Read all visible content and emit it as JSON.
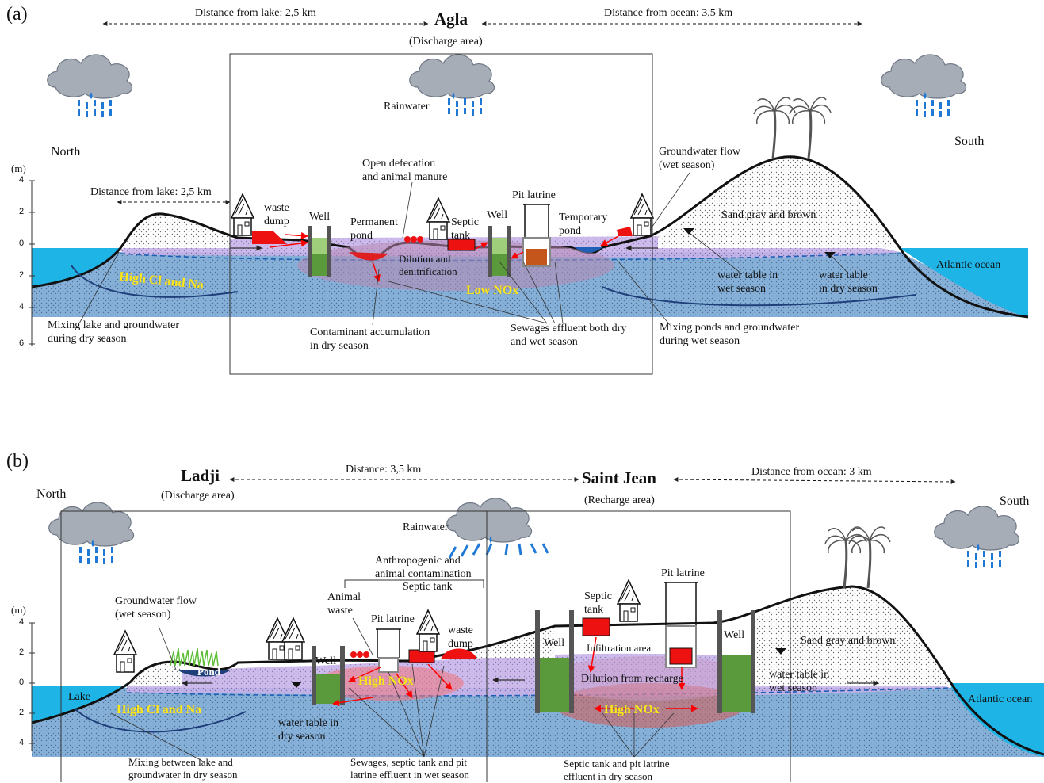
{
  "panel_a": {
    "tag": "(a)",
    "town": "Agla",
    "town_role": "(Discharge area)",
    "dist_left": "Distance from lake: 2,5 km",
    "dist_right": "Distance from ocean: 3,5 km",
    "north": "North",
    "south": "South",
    "unit": "(m)",
    "ticks": [
      "4",
      "2",
      "0",
      "2",
      "4",
      "6"
    ],
    "dist_lake_inner": "Distance from lake: 2,5 km",
    "rainwater": "Rainwater",
    "waste_dump": [
      "waste",
      "dump"
    ],
    "well_1": "Well",
    "permanent_pond": [
      "Permanent",
      "pond"
    ],
    "open_defecation": [
      "Open defecation",
      "and animal manure"
    ],
    "septic_tank": [
      "Septic",
      "tank"
    ],
    "well_2": "Well",
    "pit_latrine": "Pit latrine",
    "temporary_pond": [
      "Temporary",
      "pond"
    ],
    "gw_flow": [
      "Groundwater flow",
      "(wet season)"
    ],
    "sand": "Sand gray and brown",
    "ocean": "Atlantic ocean",
    "high_cl": "High Cl and Na",
    "low_nox": "Low NOx",
    "dilution": [
      "Dilution and",
      "denitrification"
    ],
    "wt_wet": [
      "water table in",
      "wet season"
    ],
    "wt_dry": [
      "water table",
      "in dry season"
    ],
    "mixing_lake": [
      "Mixing lake and groundwater",
      "during dry season"
    ],
    "contaminant": [
      "Contaminant accumulation",
      "in dry season"
    ],
    "sewage": [
      "Sewages effluent both dry",
      "and wet season"
    ],
    "mixing_ponds": [
      "Mixing ponds and groundwater",
      "during wet season"
    ]
  },
  "panel_b": {
    "tag": "(b)",
    "town_1": "Ladji",
    "town_1_role": "(Discharge area)",
    "town_2": "Saint Jean",
    "town_2_role": "(Recharge area)",
    "dist_mid": "Distance: 3,5 km",
    "dist_right": "Distance from ocean: 3 km",
    "north": "North",
    "south": "South",
    "unit": "(m)",
    "ticks": [
      "4",
      "2",
      "0",
      "2",
      "4"
    ],
    "rainwater": "Rainwater",
    "anthropogenic": [
      "Anthropogenic and",
      "animal contamination"
    ],
    "septic_tank_1": "Septic tank",
    "animal_waste": [
      "Animal",
      "waste"
    ],
    "pit_latrine_1": "Pit latrine",
    "waste_dump": [
      "waste",
      "dump"
    ],
    "well_1": "Well",
    "gw_flow": [
      "Groundwater flow",
      "(wet season)"
    ],
    "pond": "Pond",
    "lake": "Lake",
    "high_cl": "High Cl and Na",
    "high_nox_1": "High NOx",
    "wt_dry": [
      "water table in",
      "dry season"
    ],
    "septic_tank_2": [
      "Septic",
      "tank"
    ],
    "pit_latrine_2": "Pit latrine",
    "well_2": "Well",
    "infiltration": "Infiltration  area",
    "well_3": "Well",
    "dilution": "Dilution from recharge",
    "high_nox_2": "High NOx",
    "wt_wet": [
      "water table in",
      "wet season"
    ],
    "sand": "Sand gray and brown",
    "ocean": "Atlantic ocean",
    "mixing": [
      "Mixing  between lake and",
      "groundwater in dry season"
    ],
    "sewages": [
      "Sewages, septic tank and pit",
      "latrine effluent in wet season"
    ],
    "septic_pit": [
      "Septic tank and pit latrine",
      "effluent in dry season"
    ]
  },
  "colors": {
    "water": "#1fb4e6",
    "groundwater": "#8ab4dc",
    "unsaturated": "#c9b4ec",
    "waste": "#ff0000",
    "highlight_text": "#ffe81a"
  }
}
